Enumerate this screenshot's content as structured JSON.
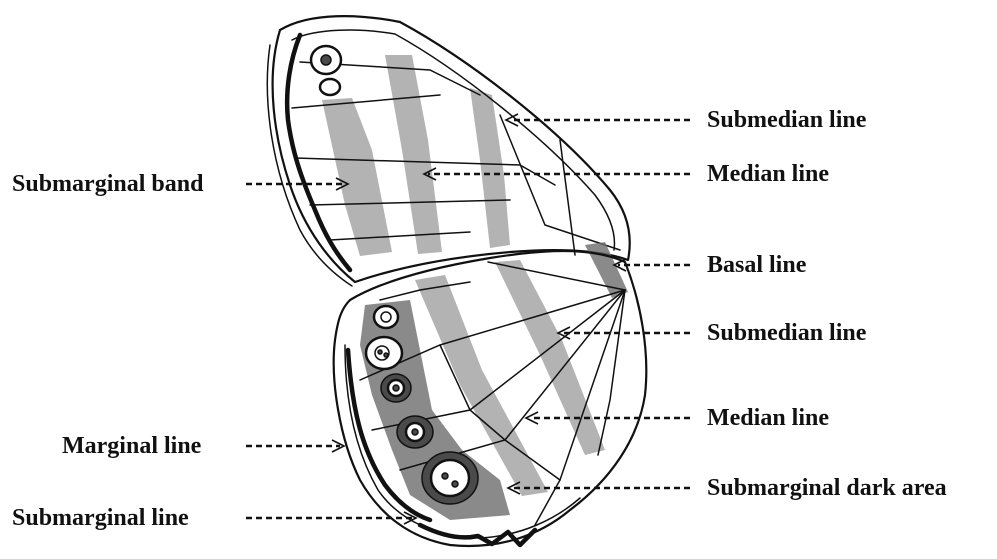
{
  "labels": {
    "fore_submedian": "Submedian line",
    "fore_median": "Median line",
    "submarginal_band": "Submarginal band",
    "basal": "Basal line",
    "hind_submedian": "Submedian line",
    "hind_median": "Median line",
    "marginal": "Marginal line",
    "submarginal_dark": "Submarginal dark area",
    "submarginal_line": "Submarginal line"
  },
  "colors": {
    "ink": "#111111",
    "band_shading": "#9a9a9a",
    "dark_area": "#6d6d6d",
    "background": "#ffffff"
  }
}
